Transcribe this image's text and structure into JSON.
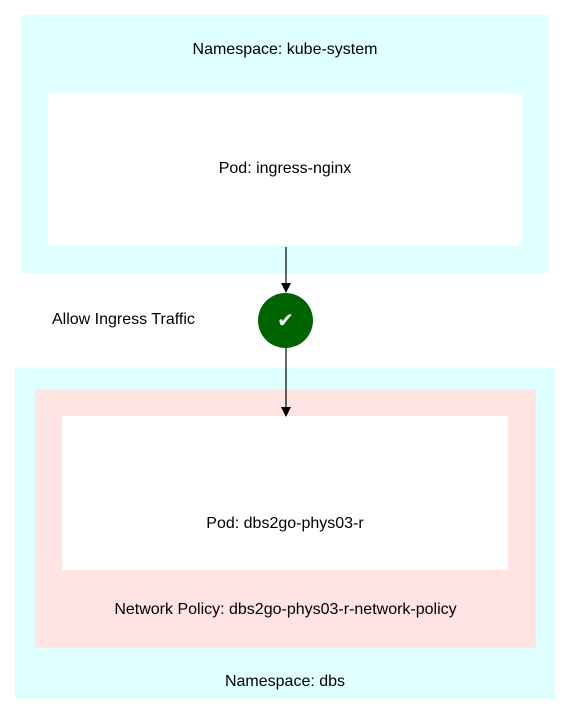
{
  "namespaces": {
    "top_label": "Namespace: kube-system",
    "bottom_label": "Namespace: dbs"
  },
  "pods": {
    "source_label": "Pod: ingress-nginx",
    "target_label": "Pod: dbs2go-phys03-r"
  },
  "policy": {
    "label": "Network Policy: dbs2go-phys03-r-network-policy"
  },
  "edge": {
    "label": "Allow Ingress Traffic",
    "status_glyph": "✔",
    "status_color": "#006400"
  },
  "colors": {
    "namespace_fill": "#e0ffff",
    "policy_fill": "#ffe4e1",
    "pod_fill": "#ffffff"
  }
}
